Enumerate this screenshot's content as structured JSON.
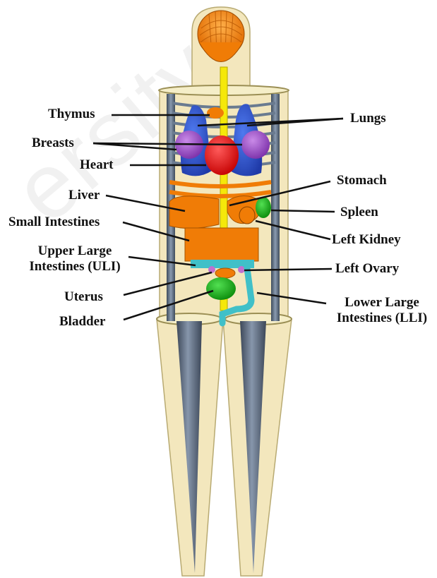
{
  "colors": {
    "skin": "#f3e7bd",
    "skin_edge": "#b8aa72",
    "rib": "#5e6f82",
    "bone": "#f5e80a",
    "leg_bone": "#5a6880",
    "lungs": "#2f56d6",
    "heart": "#ee1010",
    "breasts": "#9a47c9",
    "orange": "#f07c06",
    "green": "#12b512",
    "cyan": "#40c0c8",
    "ovary": "#c070d0",
    "watermark": "#f1f1f1"
  },
  "labels": {
    "thymus": "Thymus",
    "lungs": "Lungs",
    "breasts": "Breasts",
    "heart": "Heart",
    "stomach": "Stomach",
    "liver": "Liver",
    "spleen": "Spleen",
    "small_intestines": "Small Intestines",
    "left_kidney": "Left Kidney",
    "upper_large_intestines_line1": "Upper Large",
    "upper_large_intestines_line2": "Intestines (ULI)",
    "left_ovary": "Left Ovary",
    "uterus": "Uterus",
    "lower_large_intestines_line1": "Lower Large",
    "lower_large_intestines_line2": "Intestines (LLI)",
    "bladder": "Bladder"
  }
}
